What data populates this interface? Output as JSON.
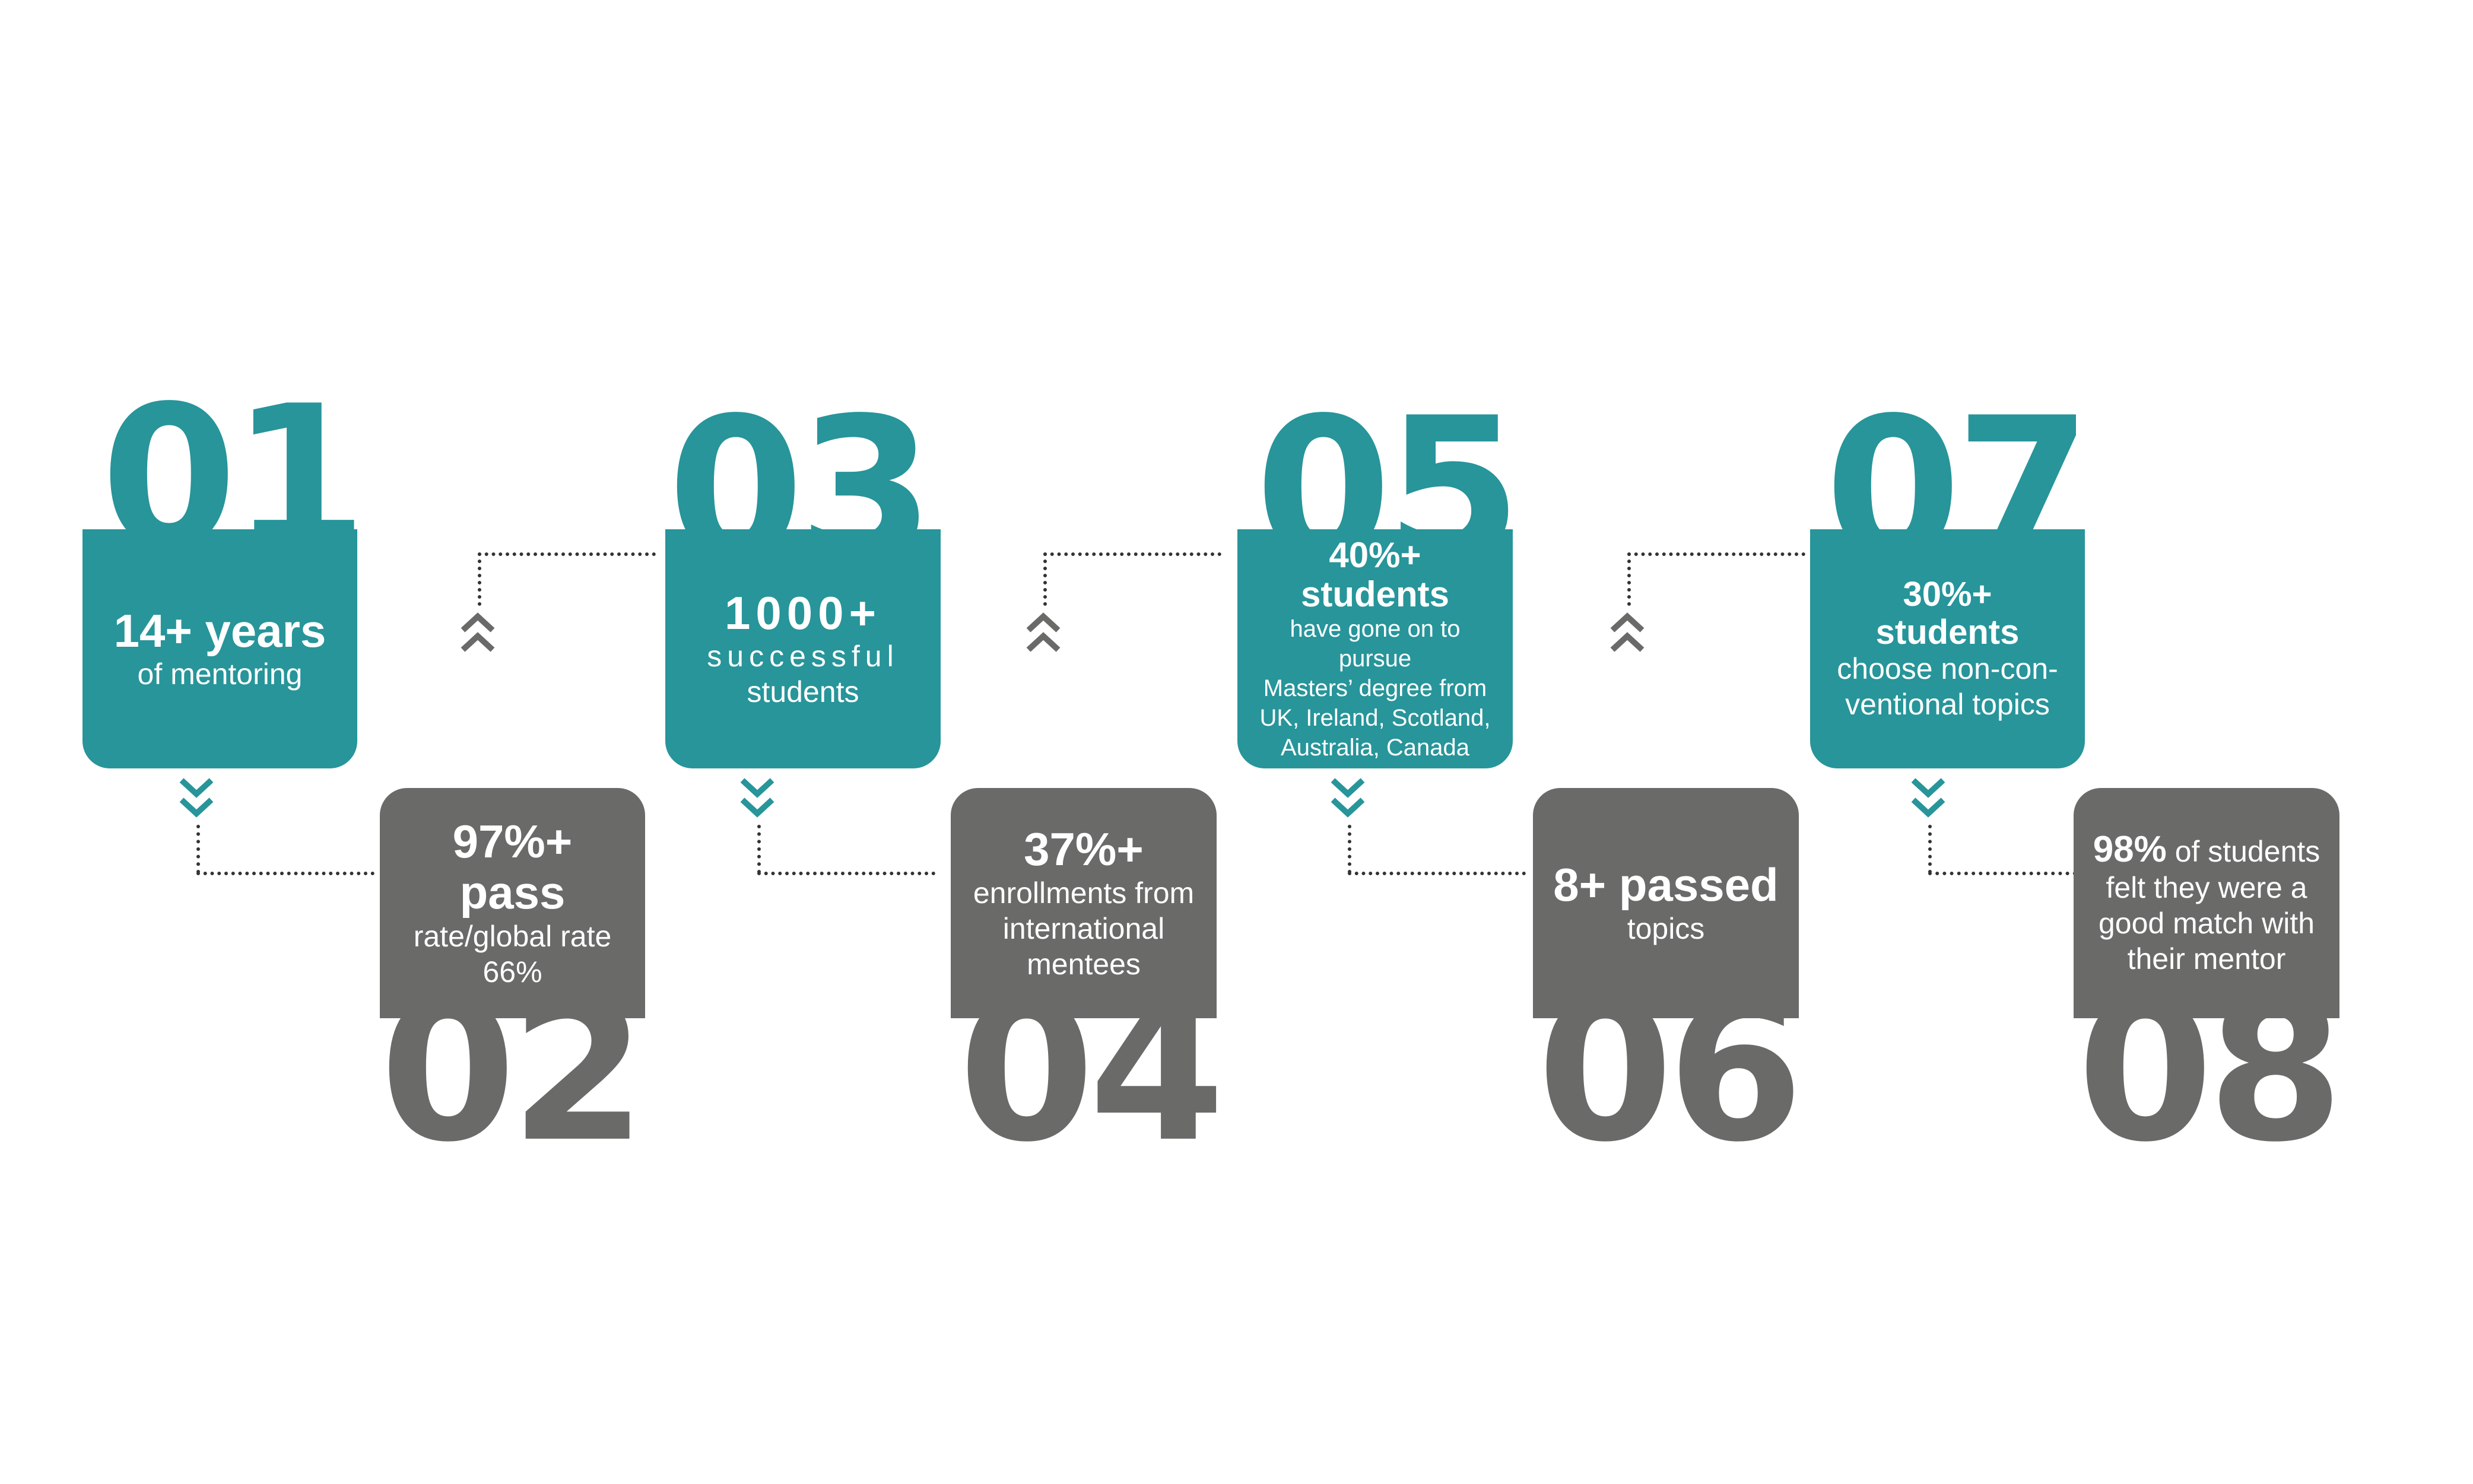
{
  "colors": {
    "teal": "#27959a",
    "grey": "#6a6a69",
    "connector": "#333333"
  },
  "icons": {
    "up": "double-chevron-up-icon",
    "down": "double-chevron-down-icon"
  },
  "steps": [
    {
      "number": "01",
      "headline": "14+ years",
      "text": "of mentoring"
    },
    {
      "number": "02",
      "headline": "97%+ pass",
      "text_lines": [
        "rate/global rate",
        "66%"
      ]
    },
    {
      "number": "03",
      "headline": "1000+",
      "text_lines": [
        "successful",
        "students"
      ]
    },
    {
      "number": "04",
      "headline": "37%+",
      "text_lines": [
        "enrollments from",
        "international",
        "mentees"
      ]
    },
    {
      "number": "05",
      "headline": "40%+ students",
      "text_lines": [
        "have gone on to pursue",
        "Masters’ degree from",
        "UK, Ireland, Scotland,",
        "Australia, Canada"
      ]
    },
    {
      "number": "06",
      "headline": "8+ passed",
      "text": "topics"
    },
    {
      "number": "07",
      "headline": "30%+ students",
      "text_lines": [
        "choose non-con-",
        "ventional topics"
      ]
    },
    {
      "number": "08",
      "headline": "98%",
      "headline_rest": " of students",
      "text_lines": [
        "felt they were a",
        "good match with",
        "their mentor"
      ]
    }
  ]
}
